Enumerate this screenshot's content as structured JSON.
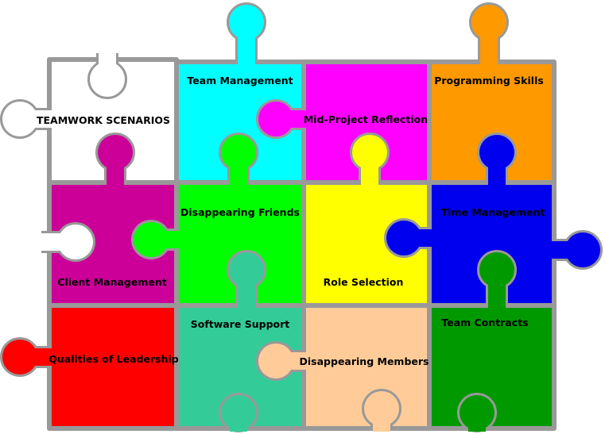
{
  "background": "#ffffff",
  "border_color": "#999999",
  "pieces": [
    {
      "id": "teamwork-scenarios",
      "label": "TEAMWORK SCENARIOS",
      "color": "#ffffff"
    },
    {
      "id": "team-management",
      "label": "Team Management",
      "color": "#00ffff"
    },
    {
      "id": "mid-project-reflection",
      "label": "Mid-Project Reflection",
      "color": "#ff00ff"
    },
    {
      "id": "programming-skills",
      "label": "Programming Skills",
      "color": "#ff9900"
    },
    {
      "id": "client-management",
      "label": "Client Management",
      "color": "#cc0099"
    },
    {
      "id": "disappearing-friends",
      "label": "Disappearing Friends",
      "color": "#00ff00"
    },
    {
      "id": "role-selection",
      "label": "Role Selection",
      "color": "#ffff00"
    },
    {
      "id": "time-management",
      "label": "Time Management",
      "color": "#0000ee"
    },
    {
      "id": "qualities-of-leadership",
      "label": "Qualities of Leadership",
      "color": "#ff0000"
    },
    {
      "id": "software-support",
      "label": "Software Support",
      "color": "#33cc99"
    },
    {
      "id": "disappearing-members",
      "label": "Disappearing Members",
      "color": "#ffcc99"
    },
    {
      "id": "team-contracts",
      "label": "Team Contracts",
      "color": "#009900"
    }
  ]
}
